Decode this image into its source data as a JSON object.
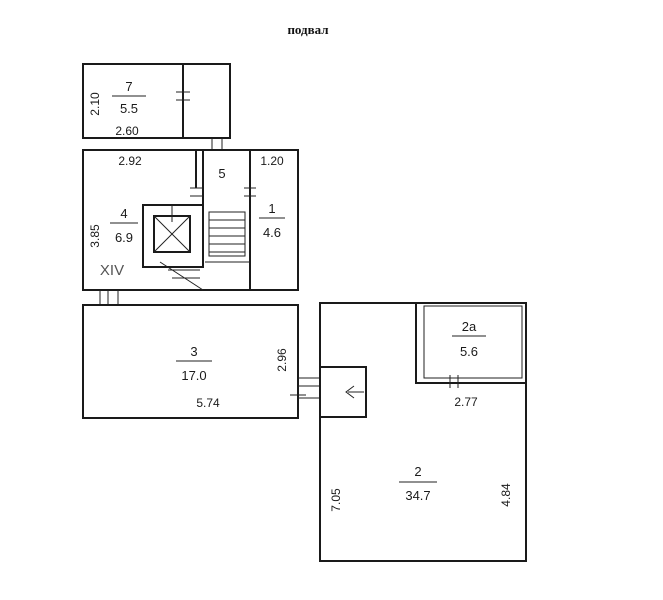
{
  "title": "подвал",
  "rooms": [
    {
      "id": "7",
      "area": "5.5"
    },
    {
      "id": "5",
      "area": ""
    },
    {
      "id": "4",
      "area": "6.9"
    },
    {
      "id": "1",
      "area": "4.6"
    },
    {
      "id": "3",
      "area": "17.0"
    },
    {
      "id": "2a",
      "area": "5.6"
    },
    {
      "id": "2",
      "area": "34.7"
    }
  ],
  "dimensions": {
    "room7_height": "2.10",
    "room7_width": "2.60",
    "room4_width": "2.92",
    "room1_width": "1.20",
    "room4_height": "3.85",
    "room3_height": "2.96",
    "room3_width": "5.74",
    "room2a_width": "2.77",
    "room2_left": "7.05",
    "room2_right": "4.84"
  },
  "stair_label": "XIV"
}
